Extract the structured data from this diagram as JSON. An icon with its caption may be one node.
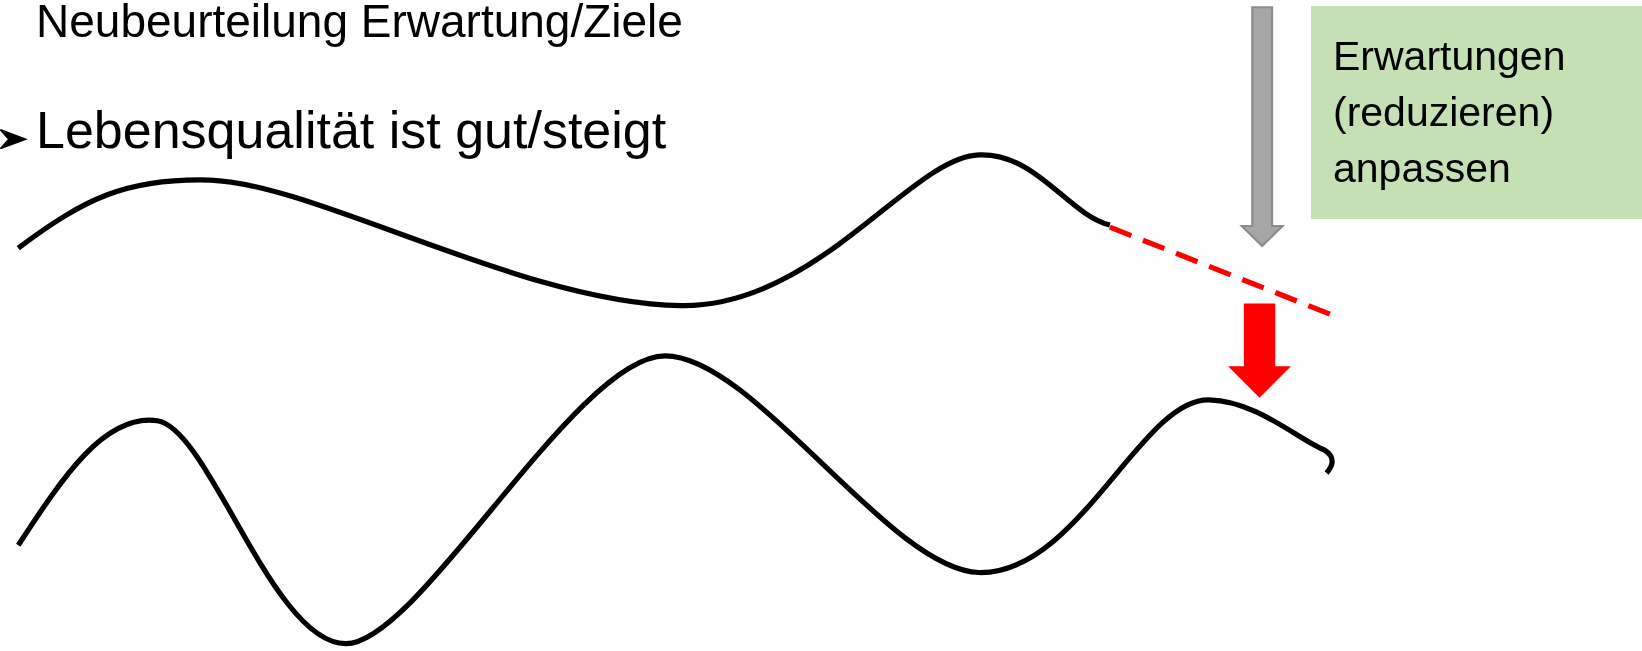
{
  "diagram": {
    "nodes": [
      {
        "text": [
          "Erwartungen (reduzieren) anpassen"
        ]
      }
    ],
    "labels": [
      "Neubeurteilung Erwartung/Ziele",
      "Lebensqualität ist gut/steigt"
    ]
  }
}
